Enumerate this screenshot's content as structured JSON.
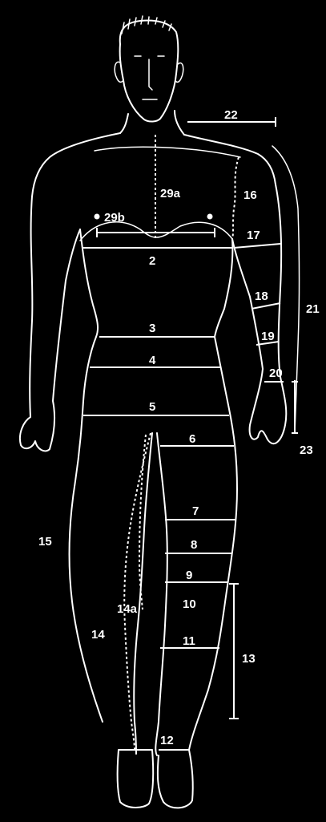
{
  "diagram": {
    "background_color": "#000000",
    "line_color": "#ffffff",
    "labels": {
      "neck": "22",
      "chest_center": "29a",
      "chest_width": "29b",
      "shoulder": "16",
      "chest": "2",
      "upper_arm": "17",
      "forearm_upper": "18",
      "forearm_lower": "19",
      "wrist": "20",
      "arm_length": "21",
      "hand": "23",
      "waist": "3",
      "abdomen": "4",
      "hips": "5",
      "thigh_top": "6",
      "thigh_mid": "7",
      "thigh_low": "8",
      "knee": "9",
      "calf_upper": "10",
      "calf_lower": "11",
      "lower_leg_length": "13",
      "ankle": "12",
      "inseam": "14",
      "inseam_alt": "14a",
      "outseam": "15"
    }
  }
}
